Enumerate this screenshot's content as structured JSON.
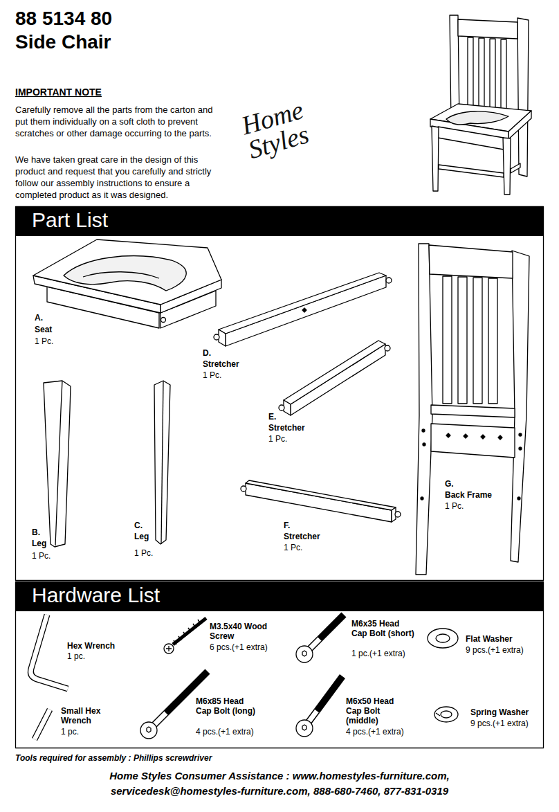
{
  "diagram": {
    "title": "88 5134 80 Side Chair",
    "nodes": [
      {
        "text": [
          "Part List"
        ]
      },
      {
        "text": [
          "Hardware List"
        ]
      }
    ],
    "labels": [
      "IMPORTANT NOTE",
      "Carefully remove all the parts from the carton and put them individually on a soft cloth to prevent scratches or other damage occurring to the parts.",
      "We have taken great care in the design of this product and request that you carefully and strictly follow our assembly instructions to ensure a completed product as it was designed.",
      "Home Styles",
      "A.",
      "Seat",
      "1 Pc.",
      "D.",
      "Stretcher",
      "1 Pc.",
      "E.",
      "Stretcher",
      "1 Pc.",
      "G.",
      "Back Frame",
      "1 Pc.",
      "B.",
      "Leg",
      "1 Pc.",
      "C.",
      "Leg",
      "1 Pc.",
      "F.",
      "Stretcher",
      "1 Pc.",
      "Hex Wrench",
      "1 pc.",
      "M3.5x40 Wood Screw",
      "6 pcs.(+1 extra)",
      "M6x35 Head Cap Bolt (short)",
      "1 pc.(+1 extra)",
      "Flat Washer",
      "9 pcs.(+1 extra)",
      "Small Hex Wrench",
      "1 pc.",
      "M6x85 Head Cap Bolt (long)",
      "4 pcs.(+1 extra)",
      "M6x50 Head Cap Bolt (middle)",
      "4 pcs.(+1 extra)",
      "Spring Washer",
      "9 pcs.(+1 extra)",
      "Tools required for assembly : Phillips screwdriver",
      "Home Styles Consumer Assistance : www.homestyles-furniture.com, servicedesk@homestyles-furniture.com, 888-680-7460, 877-831-0319"
    ]
  }
}
